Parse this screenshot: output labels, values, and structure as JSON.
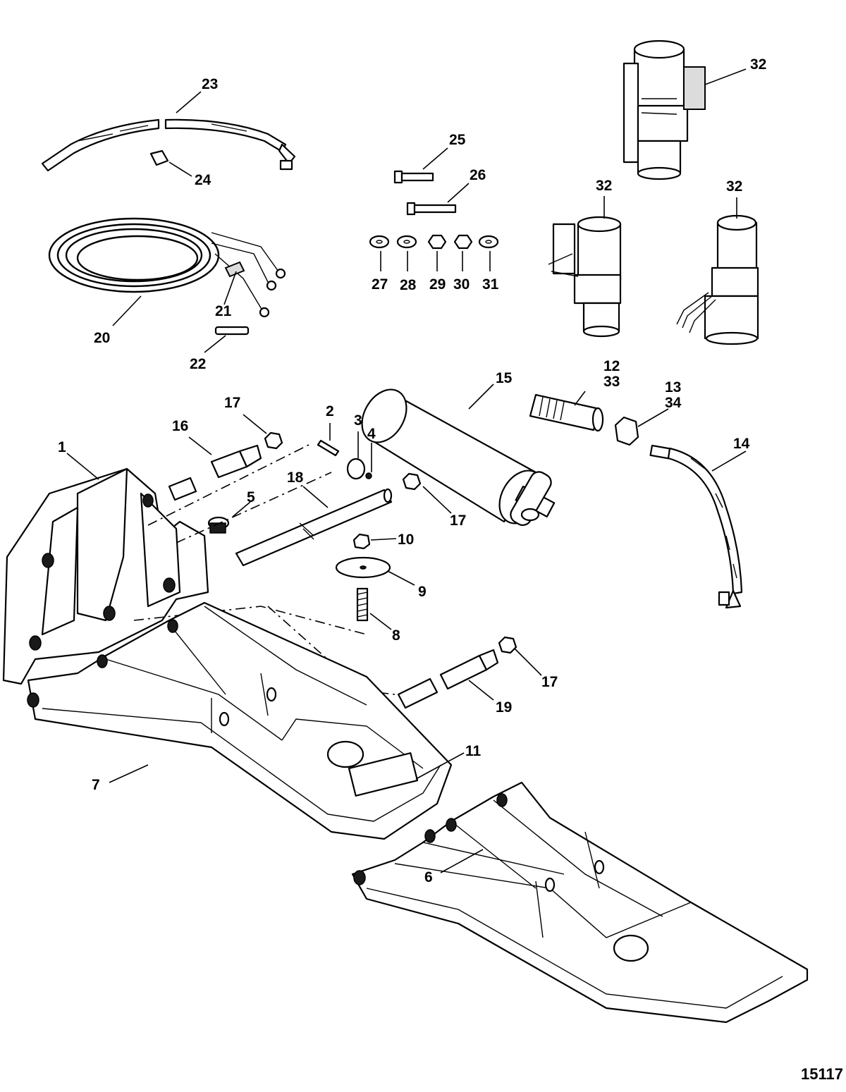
{
  "figure_number": "15117",
  "callouts": {
    "c1": "1",
    "c2": "2",
    "c3": "3",
    "c4": "4",
    "c5": "5",
    "c6": "6",
    "c7": "7",
    "c8": "8",
    "c9": "9",
    "c10": "10",
    "c11": "11",
    "c12": "12",
    "c13": "13",
    "c14": "14",
    "c15": "15",
    "c16": "16",
    "c17": "17",
    "c18": "18",
    "c19": "19",
    "c20": "20",
    "c21": "21",
    "c22": "22",
    "c23": "23",
    "c24": "24",
    "c25": "25",
    "c26": "26",
    "c27": "27",
    "c28": "28",
    "c29": "29",
    "c30": "30",
    "c31": "31",
    "c32": "32",
    "c33": "33",
    "c34": "34"
  }
}
